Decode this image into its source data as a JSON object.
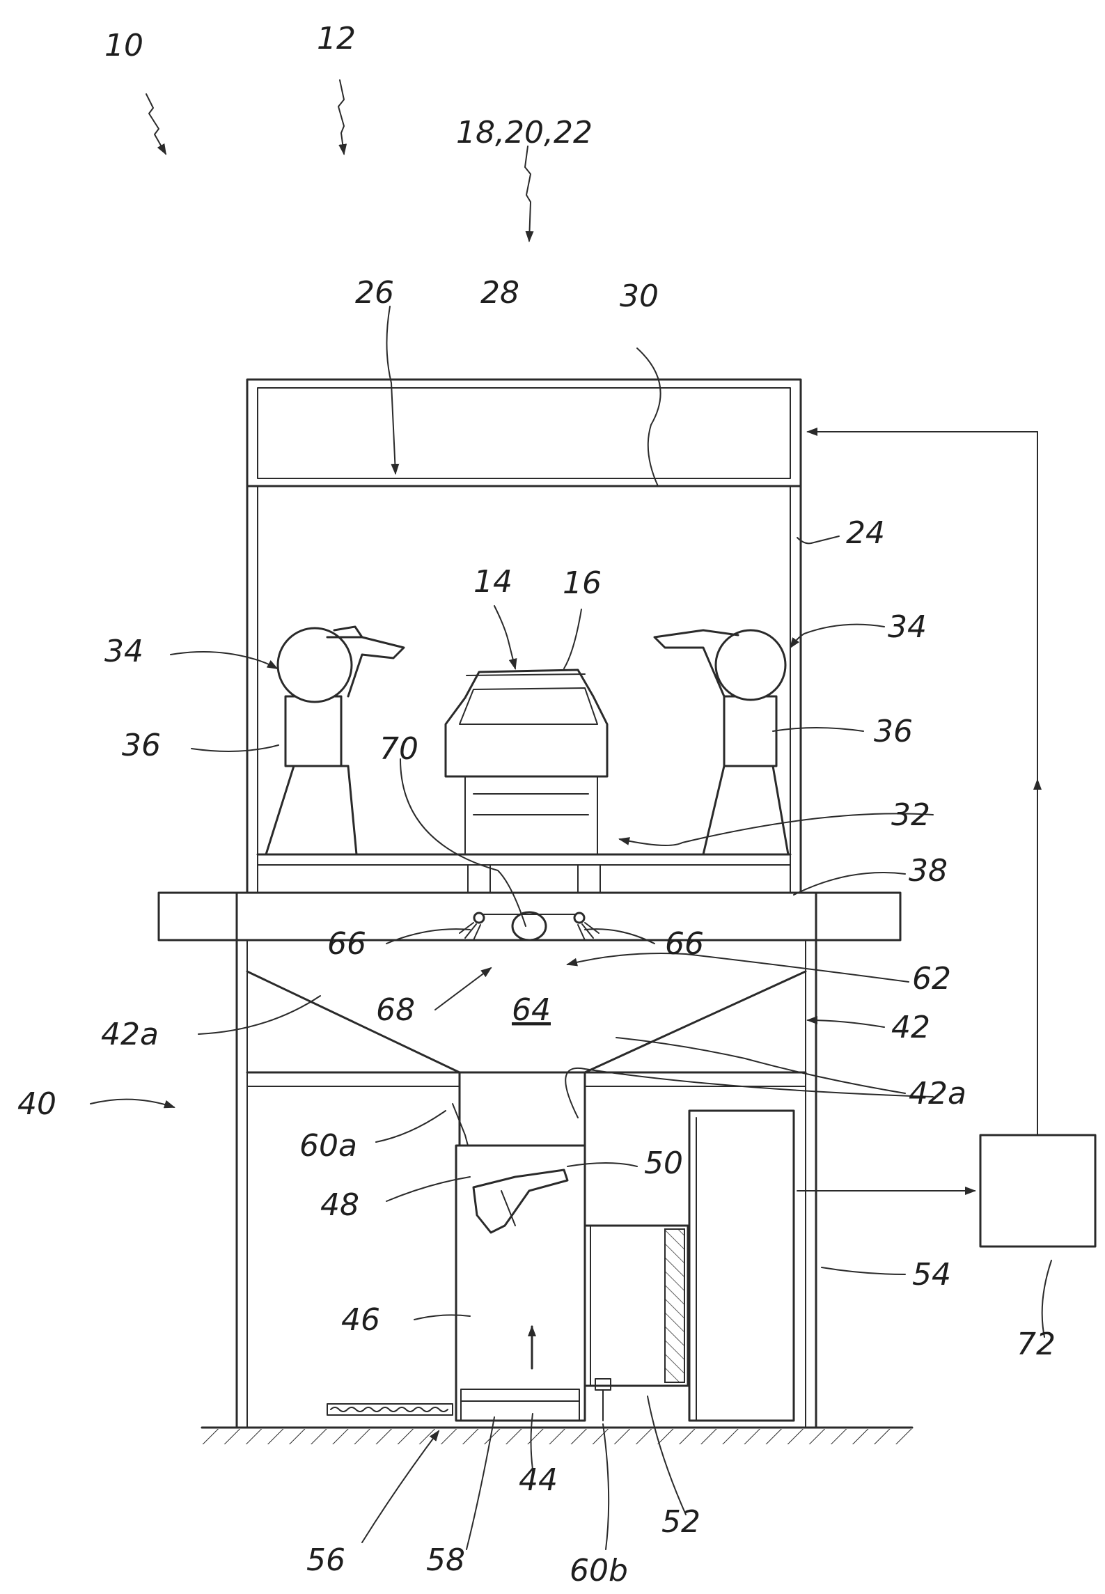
{
  "labels": {
    "l10": "10",
    "l12": "12",
    "l18": "18,20,22",
    "l26": "26",
    "l28": "28",
    "l30": "30",
    "l24": "24",
    "l14": "14",
    "l16": "16",
    "l34a": "34",
    "l34b": "34",
    "l36a": "36",
    "l36b": "36",
    "l70": "70",
    "l32": "32",
    "l38": "38",
    "l66a": "66",
    "l66b": "66",
    "l62": "62",
    "l68": "68",
    "l64": "64",
    "l42": "42",
    "l42a1": "42a",
    "l42a2": "42a",
    "l40": "40",
    "l60a": "60a",
    "l50": "50",
    "l48": "48",
    "l54": "54",
    "l72": "72",
    "l46": "46",
    "l44": "44",
    "l52": "52",
    "l56": "56",
    "l58": "58",
    "l60b": "60b"
  }
}
